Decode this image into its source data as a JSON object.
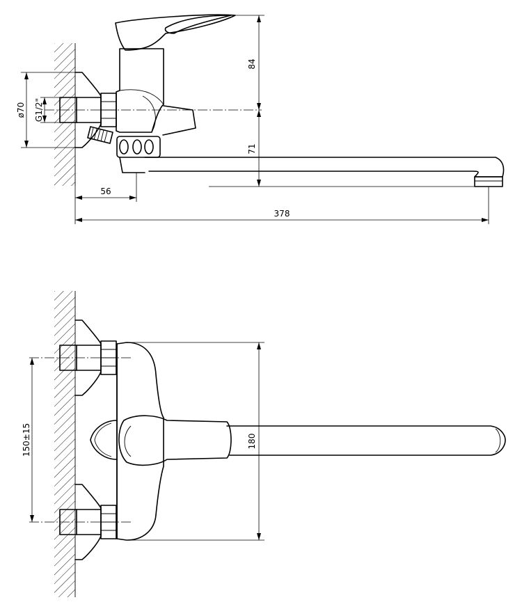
{
  "drawing": {
    "side_view": {
      "dims": {
        "height_handle": "84",
        "height_spout": "71",
        "wall_offset": "56",
        "spout_length": "378",
        "flange_diameter": "ø70",
        "thread": "G1/2\""
      }
    },
    "top_view": {
      "dims": {
        "body_width": "180",
        "center_distance": "150±15"
      }
    }
  }
}
